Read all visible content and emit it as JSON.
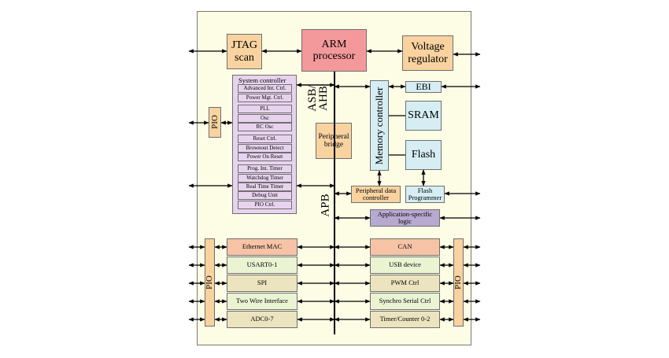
{
  "blocks": {
    "jtag": "JTAG scan",
    "arm": "ARM processor",
    "voltage": "Voltage regulator",
    "system_controller": "System controller",
    "pio": "PIO",
    "asb_ahb": "ASB/ AHB",
    "apb": "APB",
    "peripheral_bridge": "Peripheral bridge",
    "memory_controller": "Memory controller",
    "ebi": "EBI",
    "sram": "SRAM",
    "flash": "Flash",
    "peripheral_data_controller": "Peripheral data controller",
    "flash_programmer": "Flash Programmer",
    "app_logic": "Application-specific logic"
  },
  "system_controller_items": [
    "Advanced Int. Ctrl.",
    "Power Mgt. Ctrl.",
    "PLL",
    "Osc",
    "RC Osc",
    "Reset Ctrl.",
    "Brownout Detect",
    "Power On Reset",
    "Prog. Int. Timer",
    "Watchdog Timer",
    "Real Time Timer",
    "Debug Unit",
    "PIO Ctrl."
  ],
  "left_peripherals": [
    "Ethernet MAC",
    "USART0-1",
    "SPI",
    "Two Wire Interface",
    "ADC0-7"
  ],
  "right_peripherals": [
    "CAN",
    "USB device",
    "PWM Ctrl",
    "Synchro Serial Ctrl",
    "Timer/Counter 0-2"
  ],
  "colors": {
    "chip_background": "#fdfde6",
    "arm": "#f4999b",
    "peach": "#f8d3a0",
    "lavender": "#e8d3ee",
    "light_blue": "#d6eef3",
    "salmon": "#f6c3a6",
    "green": "#eaf3d2",
    "tan": "#ebe4be",
    "purple": "#b8a9d0"
  }
}
